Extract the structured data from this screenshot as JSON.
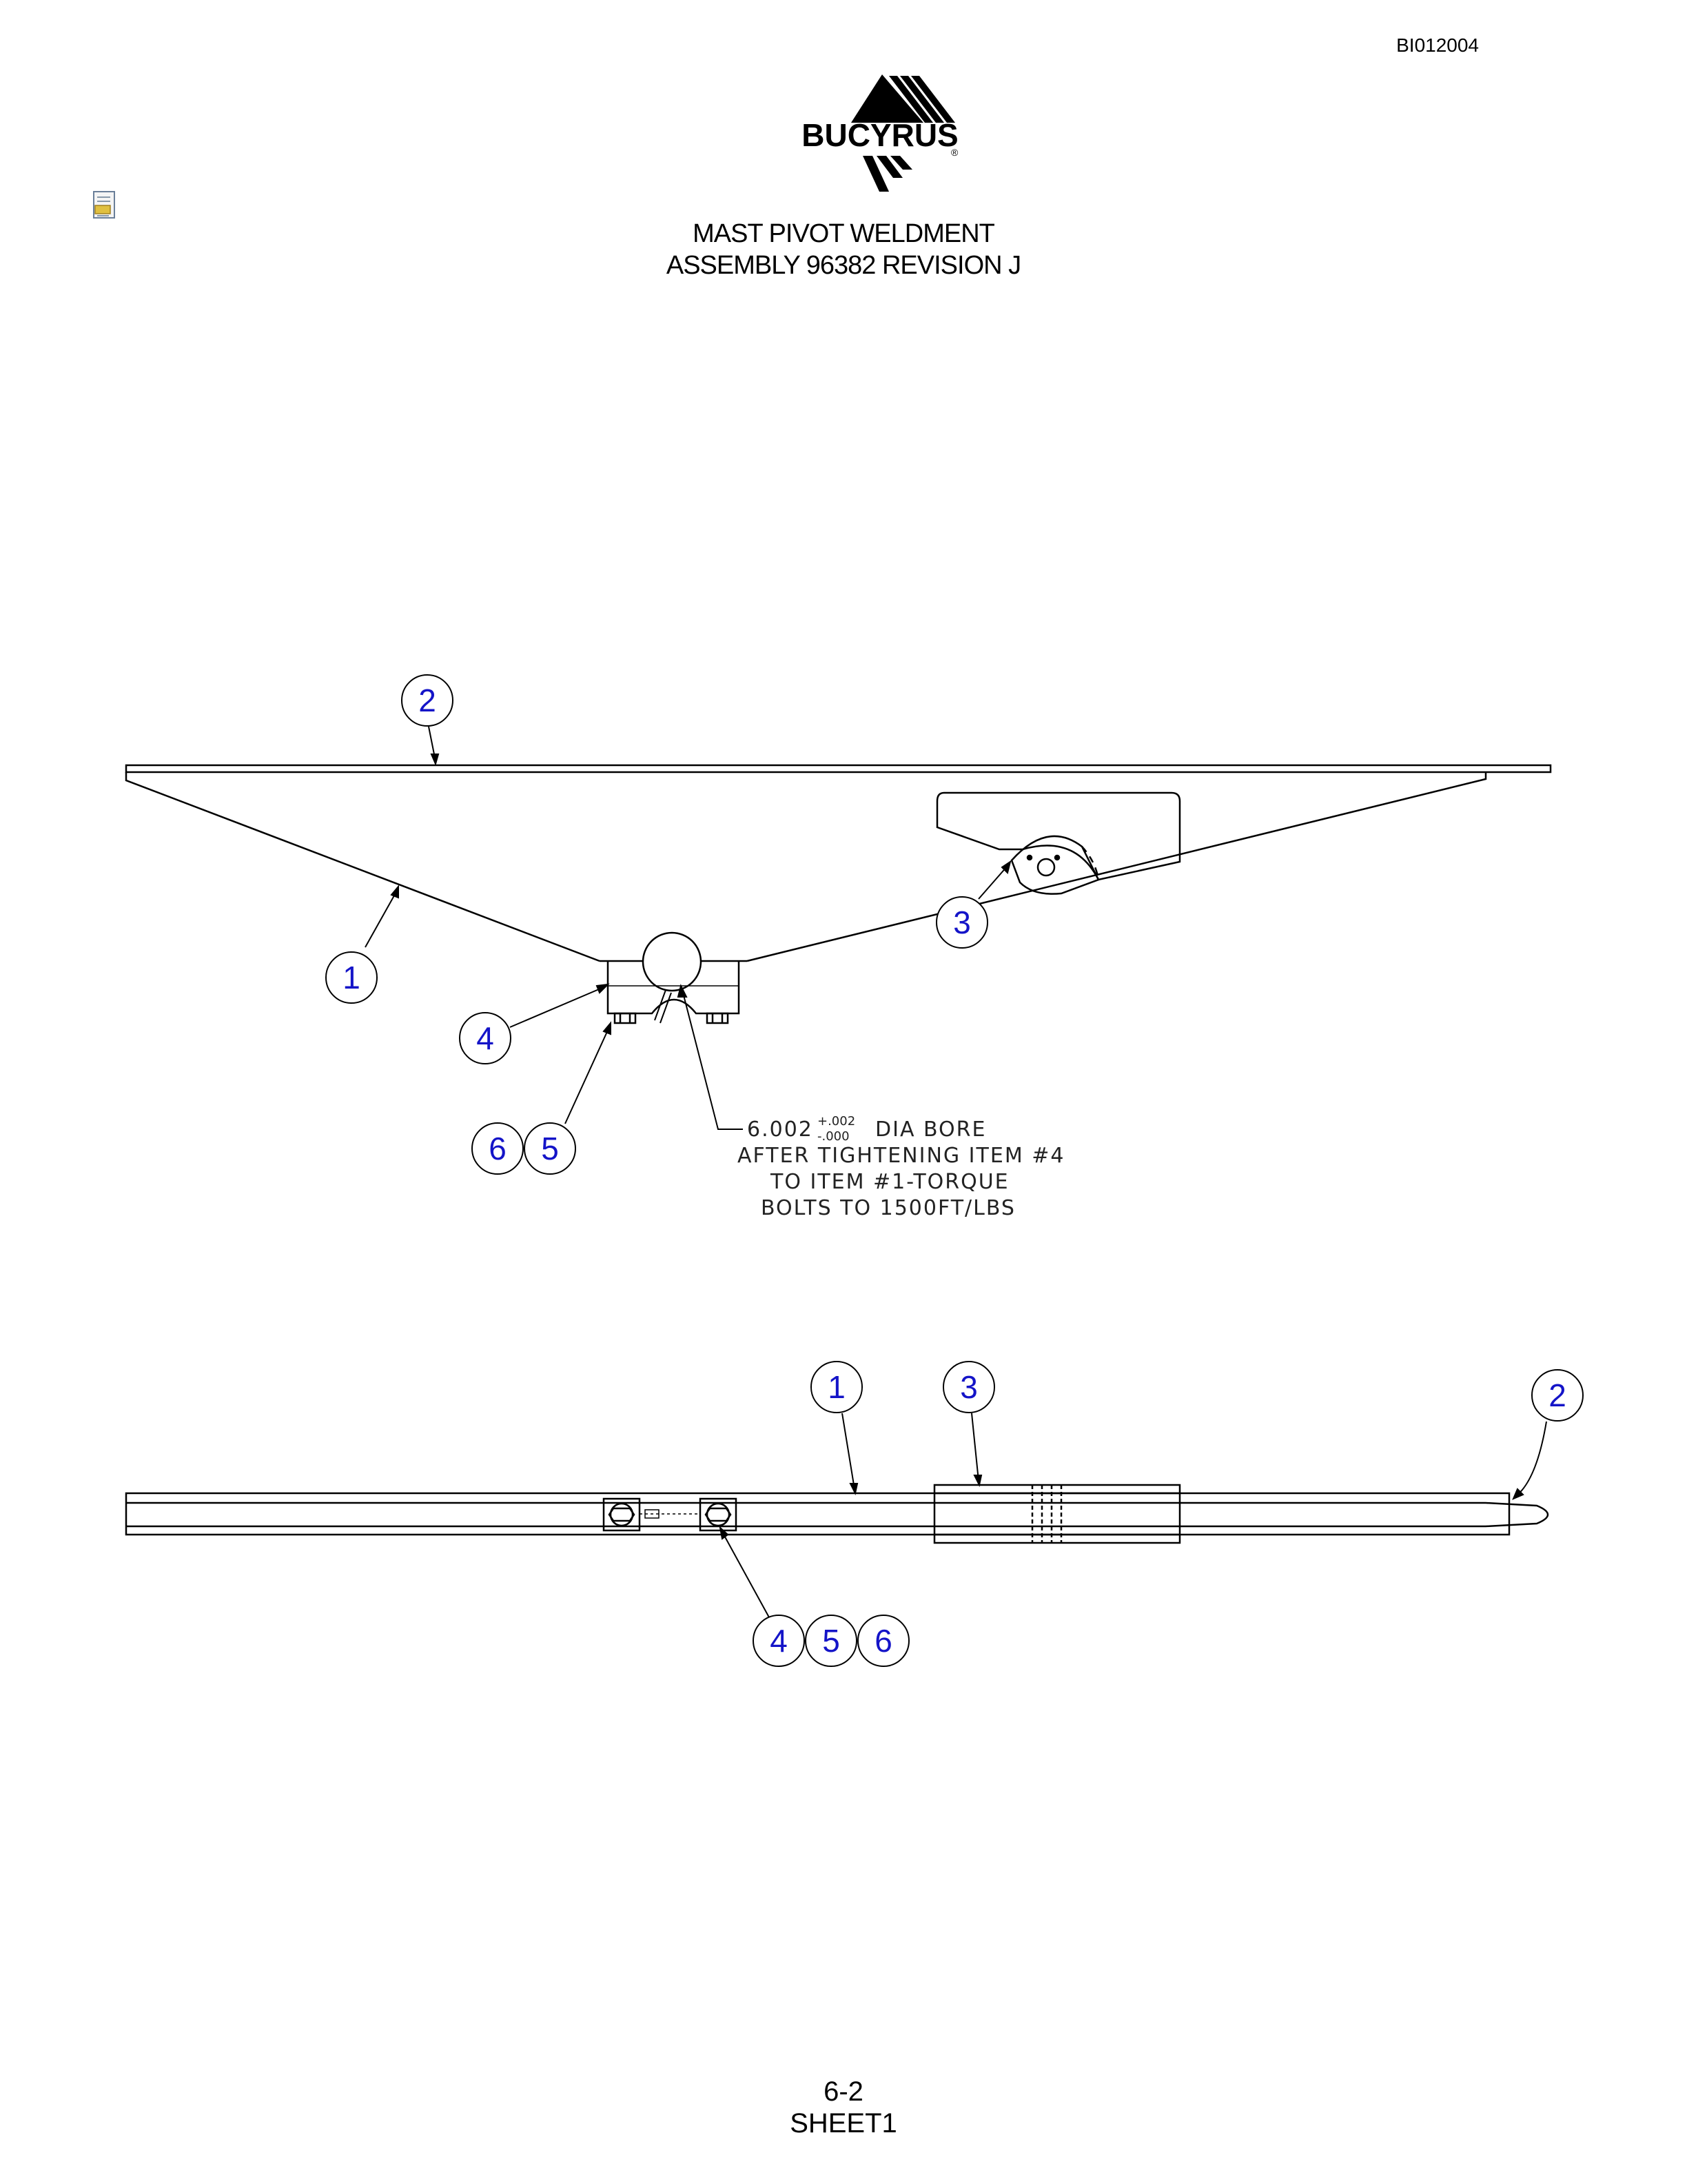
{
  "header": {
    "doc_id": "BI012004",
    "logo_text": "BUCYRUS",
    "logo_mark": "®",
    "title_line1": "MAST PIVOT WELDMENT",
    "title_line2": "ASSEMBLY 96382 REVISION J"
  },
  "balloons": {
    "top_view": {
      "b2": "2",
      "b1": "1",
      "b3": "3",
      "b4": "4",
      "b6": "6",
      "b5": "5"
    },
    "side_view": {
      "b1": "1",
      "b3": "3",
      "b2": "2",
      "b4": "4",
      "b5": "5",
      "b6": "6"
    }
  },
  "note": {
    "line1_prefix": "6.002",
    "tol_plus": "+.002",
    "tol_minus": "-.000",
    "line1_suffix": "DIA BORE",
    "line2": "AFTER TIGHTENING ITEM #4",
    "line3": "TO ITEM #1-TORQUE",
    "line4": "BOLTS TO 1500FT/LBS"
  },
  "footer": {
    "page": "6-2",
    "sheet": "SHEET1"
  },
  "colors": {
    "balloon_text": "#1414c8",
    "line": "#000000"
  }
}
